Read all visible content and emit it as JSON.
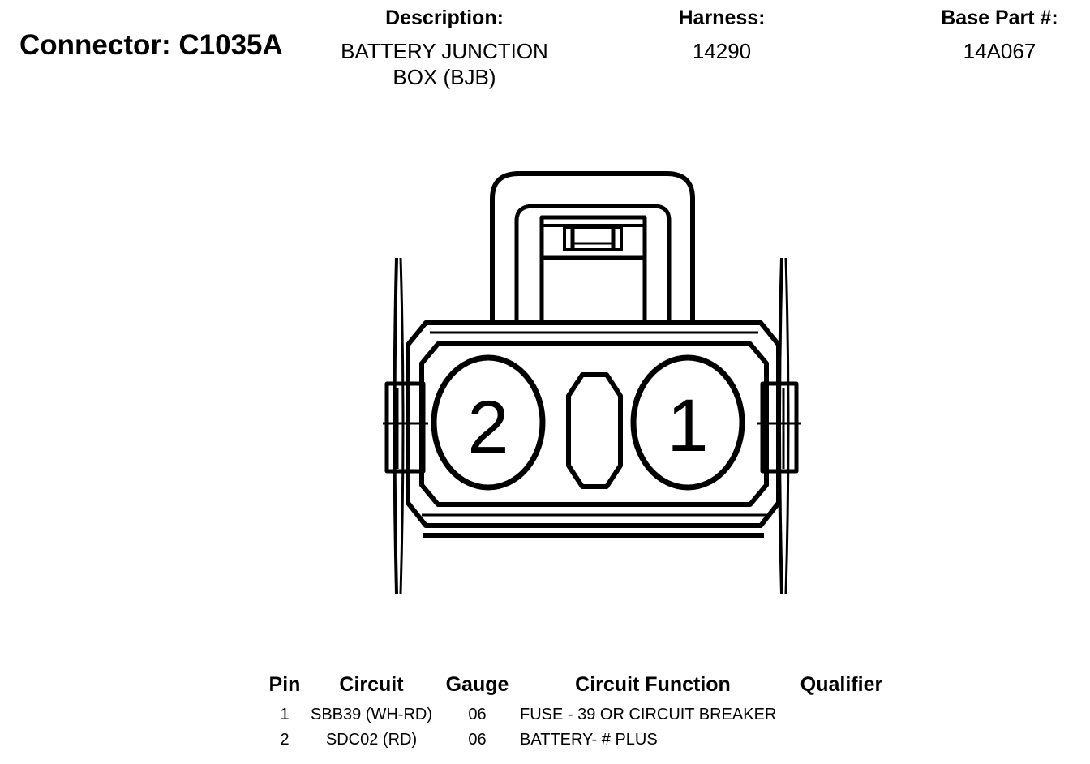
{
  "header": {
    "connector_label": "Connector: C1035A",
    "description_label": "Description:",
    "description_lines": [
      "BATTERY JUNCTION",
      "BOX (BJB)"
    ],
    "harness_label": "Harness:",
    "harness_value": "14290",
    "base_part_label": "Base Part #:",
    "base_part_value": "14A067"
  },
  "connector": {
    "pins": [
      {
        "number": "2"
      },
      {
        "number": "1"
      }
    ]
  },
  "table": {
    "headers": {
      "pin": "Pin",
      "circuit": "Circuit",
      "gauge": "Gauge",
      "function": "Circuit Function",
      "qualifier": "Qualifier"
    },
    "rows": [
      {
        "pin": "1",
        "circuit": "SBB39 (WH-RD)",
        "gauge": "06",
        "function": "FUSE - 39 OR CIRCUIT BREAKER",
        "qualifier": ""
      },
      {
        "pin": "2",
        "circuit": "SDC02 (RD)",
        "gauge": "06",
        "function": "BATTERY- # PLUS",
        "qualifier": ""
      }
    ]
  }
}
